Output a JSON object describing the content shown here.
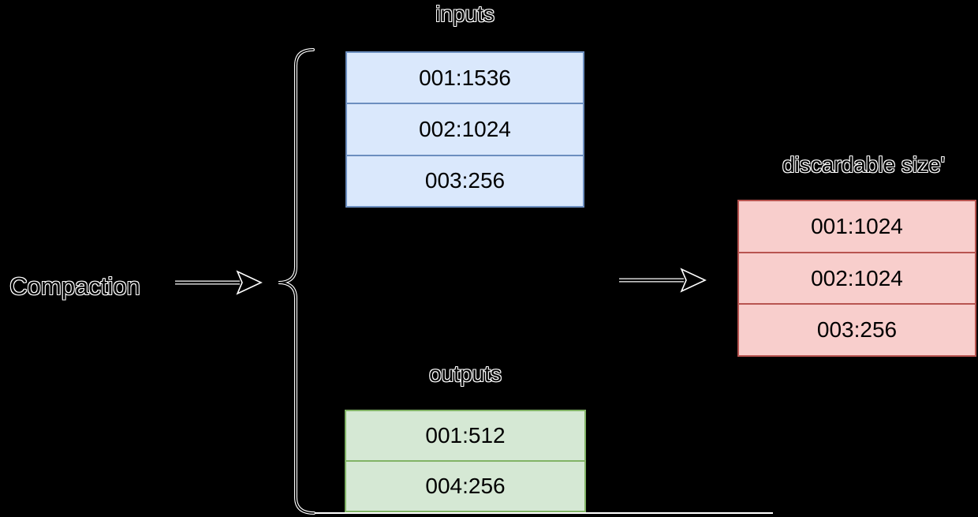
{
  "diagram": {
    "process_label": "Compaction",
    "background_color": "#000000",
    "labels": {
      "inputs": "inputs",
      "outputs": "outputs",
      "discardable": "discardable size'"
    },
    "tables": {
      "inputs": {
        "rows": [
          "001:1536",
          "002:1024",
          "003:256"
        ],
        "fill": "#dae8fc",
        "border": "#6c8ebf"
      },
      "outputs": {
        "rows": [
          "001:512",
          "004:256"
        ],
        "fill": "#d5e8d4",
        "border": "#82b366"
      },
      "discardable": {
        "rows": [
          "001:1024",
          "002:1024",
          "003:256"
        ],
        "fill": "#f8cecc",
        "border": "#b85450"
      }
    }
  }
}
